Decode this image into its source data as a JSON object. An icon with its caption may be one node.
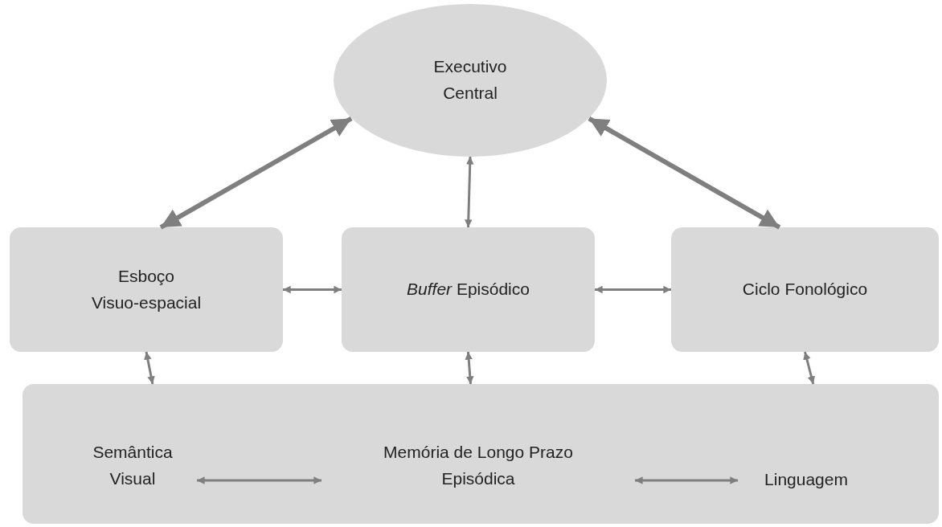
{
  "diagram": {
    "nodes": [
      {
        "text": [
          "Executivo Central"
        ]
      },
      {
        "text": [
          "Esboço Visuo-espacial"
        ]
      },
      {
        "text": [
          "*Buffer* Episódico"
        ]
      },
      {
        "text": [
          "Ciclo Fonológico"
        ]
      },
      {
        "text": [],
        "shape": "box"
      },
      {
        "text": [
          "Semântica Visual"
        ],
        "in": 4
      },
      {
        "text": [
          "Memória de Longo Prazo Episódica"
        ],
        "in": 4
      },
      {
        "text": [
          "Linguagem"
        ],
        "in": 4
      }
    ],
    "edges": [
      {
        "from": 0,
        "to": 1,
        "arrow": "both",
        "style": "thick"
      },
      {
        "from": 0,
        "to": 2,
        "arrow": "both"
      },
      {
        "from": 0,
        "to": 3,
        "arrow": "both",
        "style": "thick"
      },
      {
        "from": 1,
        "to": 2,
        "arrow": "both"
      },
      {
        "from": 2,
        "to": 3,
        "arrow": "both"
      },
      {
        "from": 1,
        "to": 4,
        "arrow": "both"
      },
      {
        "from": 2,
        "to": 4,
        "arrow": "both"
      },
      {
        "from": 3,
        "to": 4,
        "arrow": "both"
      },
      {
        "from": 5,
        "to": 6,
        "arrow": "both"
      },
      {
        "from": 6,
        "to": 7,
        "arrow": "both"
      }
    ]
  }
}
